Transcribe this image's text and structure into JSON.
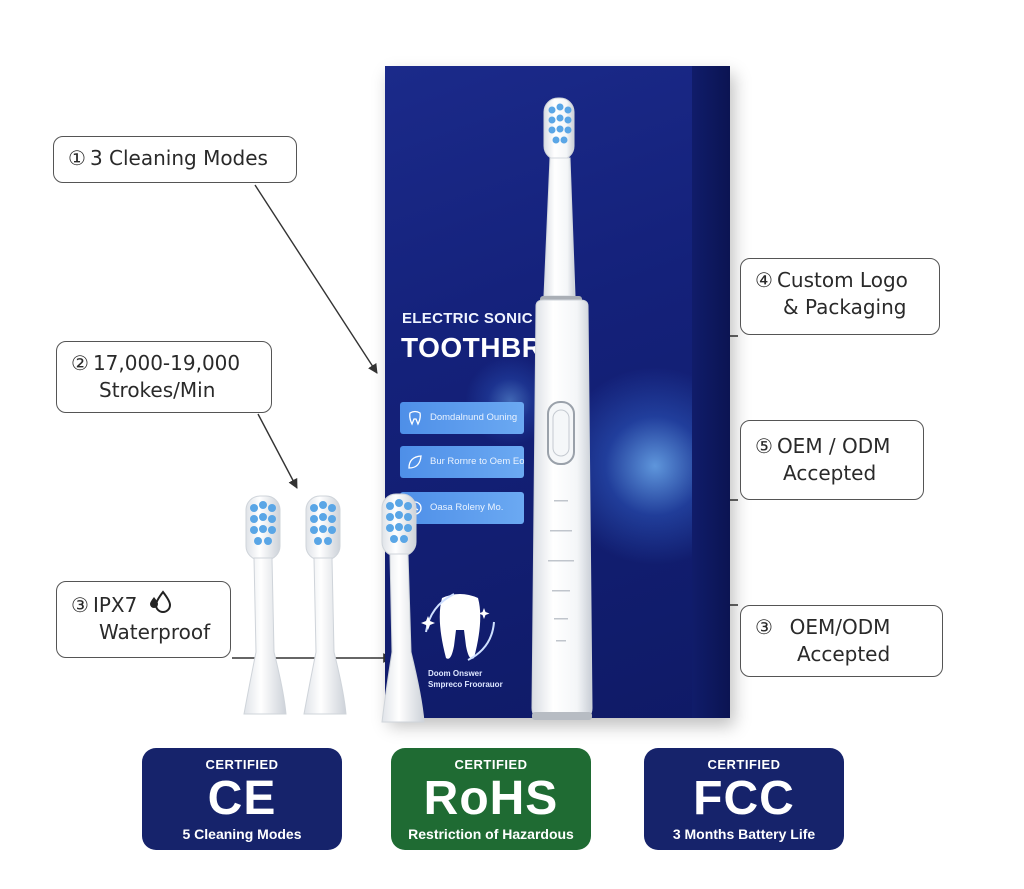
{
  "callouts": {
    "c1": {
      "num": "①",
      "line1": "3 Cleaning Modes"
    },
    "c2": {
      "num": "②",
      "line1": "17,000-19,000",
      "line2": "Strokes/Min"
    },
    "c3": {
      "num": "③",
      "line1": "IPX7",
      "line2": "Waterproof"
    },
    "c4": {
      "num": "④",
      "line1": "Custom Logo",
      "line2": "& Packaging"
    },
    "c5": {
      "num": "⑤",
      "line1": "OEM / ODM",
      "line2": "Accepted"
    },
    "c6": {
      "num": "③",
      "line1": "OEM/ODM",
      "line2": "Accepted"
    }
  },
  "box": {
    "brand_small": "ELECTRIC SONIC",
    "brand_big": "TOOTHBRU",
    "features": [
      "Domdalnund Ouning",
      "Bur Rornre to Oem Eom",
      "Oasa Roleny Mo."
    ],
    "footer_line1": "Doom Onswer",
    "footer_line2": "Smpreco Froorauor"
  },
  "badges": {
    "ce": {
      "cert": "CERTIFIED",
      "mark": "CE",
      "sub": "5 Cleaning Modes"
    },
    "rohs": {
      "cert": "CERTIFIED",
      "mark": "RoHS",
      "sub": "Restriction of Hazardous"
    },
    "fcc": {
      "cert": "CERTIFIED",
      "mark": "FCC",
      "sub": "3 Months Battery Life"
    }
  },
  "colors": {
    "box_blue": "#14217a",
    "badge_navy": "#16236b",
    "badge_green": "#1f6b33",
    "bristle_blue": "#5aa6e6"
  },
  "icons": [
    "water-drop-icon",
    "tooth-icon",
    "arrow-icon"
  ]
}
